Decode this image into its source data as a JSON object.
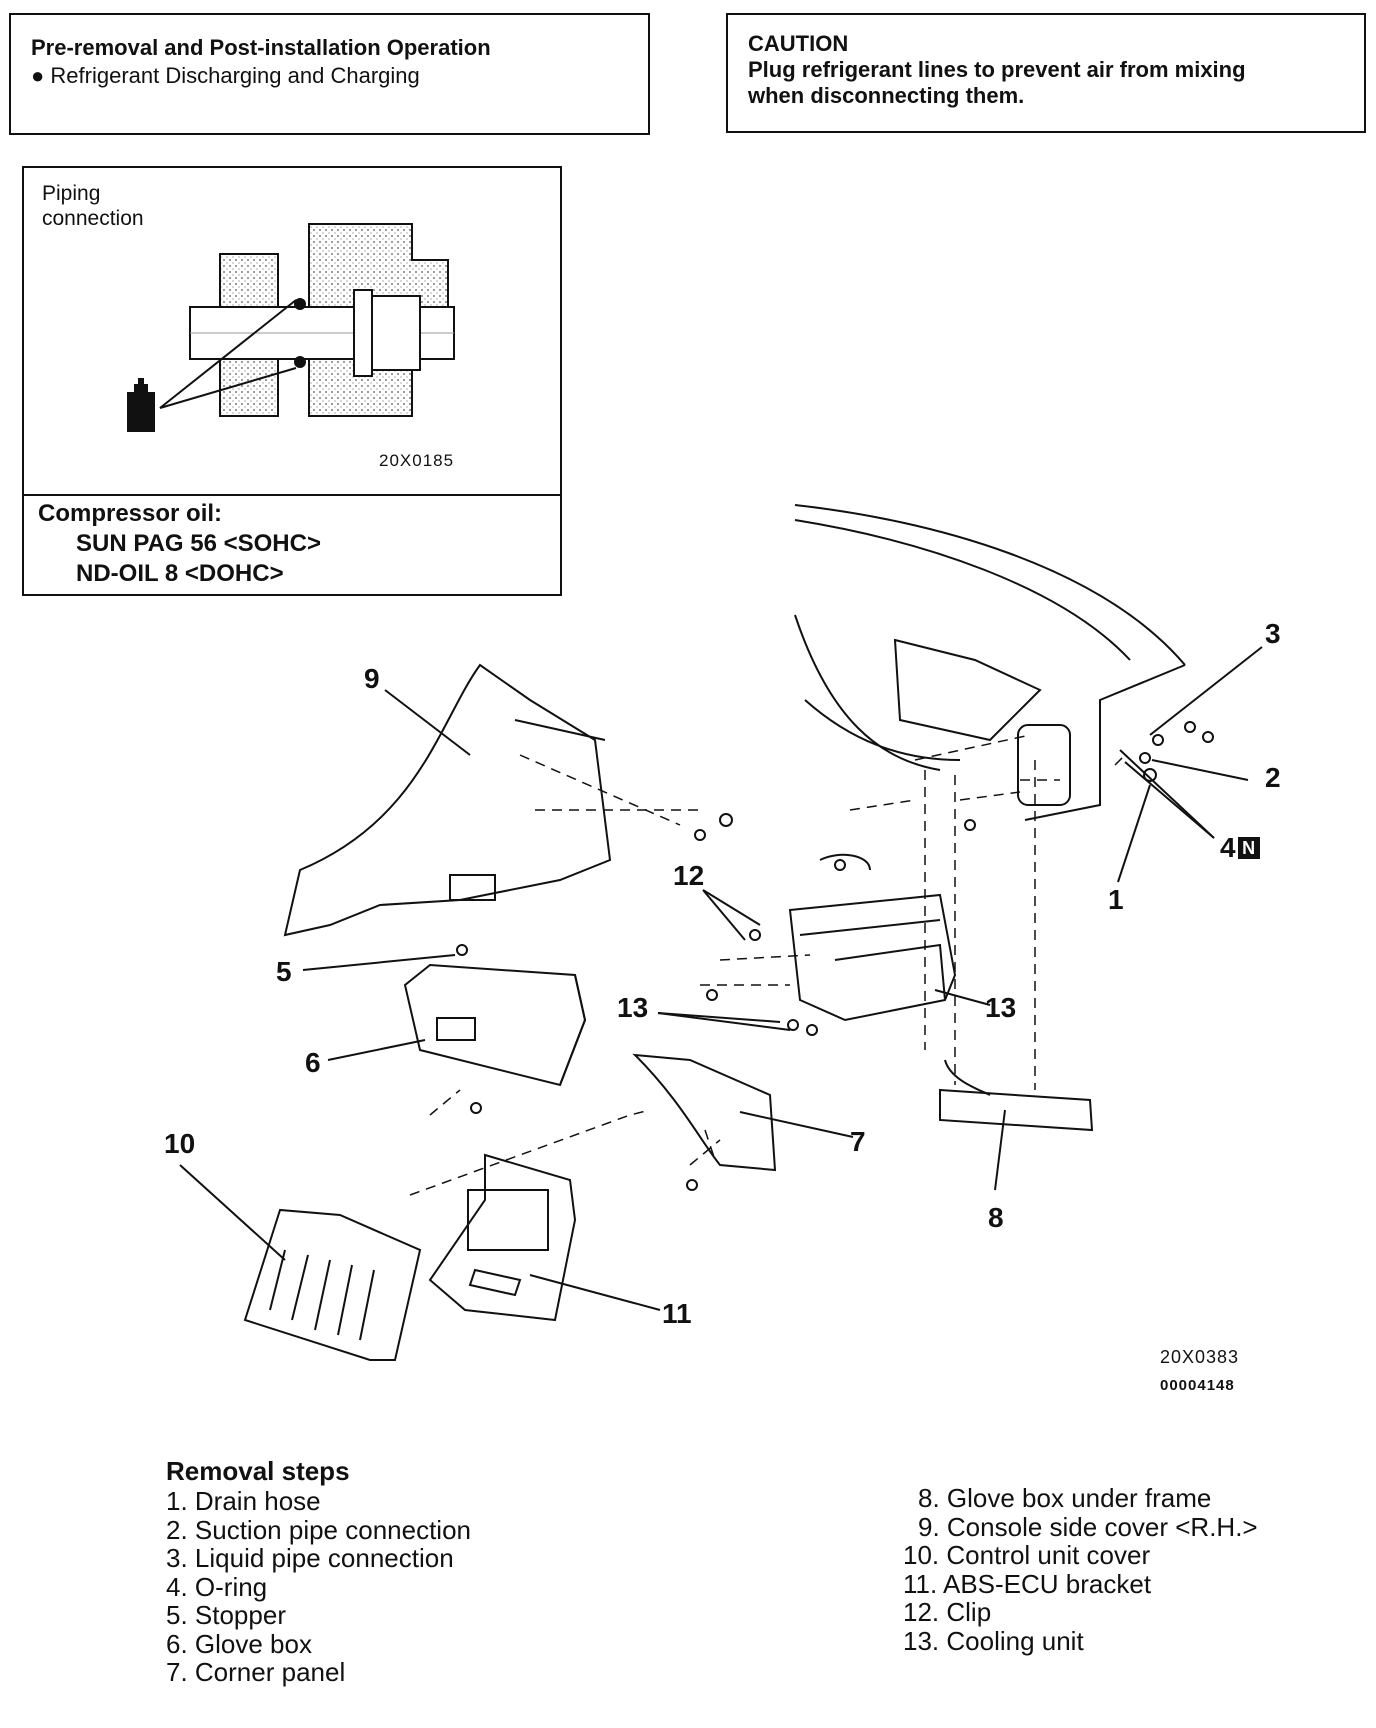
{
  "pre_removal": {
    "title": "Pre-removal and Post-installation Operation",
    "items": [
      "Refrigerant Discharging and Charging"
    ]
  },
  "caution": {
    "title": "CAUTION",
    "text_line1": "Plug refrigerant lines to prevent air from mixing",
    "text_line2": "when disconnecting them."
  },
  "piping": {
    "label_line1": "Piping",
    "label_line2": "connection",
    "figure_code": "20X0185",
    "oil_title": "Compressor oil:",
    "oil_line1": "SUN PAG 56 <SOHC>",
    "oil_line2": "ND-OIL 8 <DOHC>"
  },
  "diagram": {
    "callouts": [
      "1",
      "2",
      "3",
      "4",
      "5",
      "6",
      "7",
      "8",
      "9",
      "10",
      "11",
      "12",
      "13",
      "13"
    ],
    "n_mark": "N",
    "figure_code": "20X0383",
    "figure_id": "00004148"
  },
  "removal": {
    "title": "Removal steps",
    "steps_left": [
      "1. Drain hose",
      "2. Suction pipe connection",
      "3. Liquid pipe connection",
      "4. O-ring",
      "5. Stopper",
      "6. Glove box",
      "7. Corner panel"
    ],
    "steps_right": [
      "8. Glove box under frame",
      "9. Console side cover <R.H.>",
      "10. Control unit cover",
      "11. ABS-ECU bracket",
      "12. Clip",
      "13. Cooling unit"
    ]
  }
}
